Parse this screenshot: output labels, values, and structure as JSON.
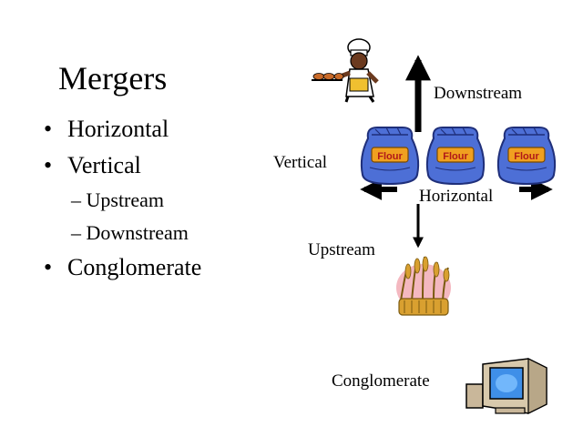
{
  "slide": {
    "title": "Mergers",
    "bullets": [
      {
        "text": "Horizontal",
        "level": 1
      },
      {
        "text": "Vertical",
        "level": 1
      },
      {
        "text": "Upstream",
        "level": 2
      },
      {
        "text": "Downstream",
        "level": 2
      },
      {
        "text": "Conglomerate",
        "level": 1
      }
    ],
    "bullet_glyph": "•",
    "sub_bullet_glyph": "–"
  },
  "diagram": {
    "labels": {
      "downstream": "Downstream",
      "vertical": "Vertical",
      "horizontal": "Horizontal",
      "upstream": "Upstream",
      "conglomerate": "Conglomerate"
    },
    "flour_bag_text": "Flour",
    "icons": [
      "baker-icon",
      "flour-bag-icon",
      "wheat-icon",
      "computer-icon"
    ],
    "colors": {
      "bag_blue": "#4d6fd6",
      "bag_dark": "#1f2f7a",
      "label_orange": "#f0a020",
      "label_red": "#b01818",
      "wheat_gold": "#d9a030",
      "wheat_bg": "#f4b8c0",
      "monitor_screen": "#3f8fe8"
    }
  }
}
